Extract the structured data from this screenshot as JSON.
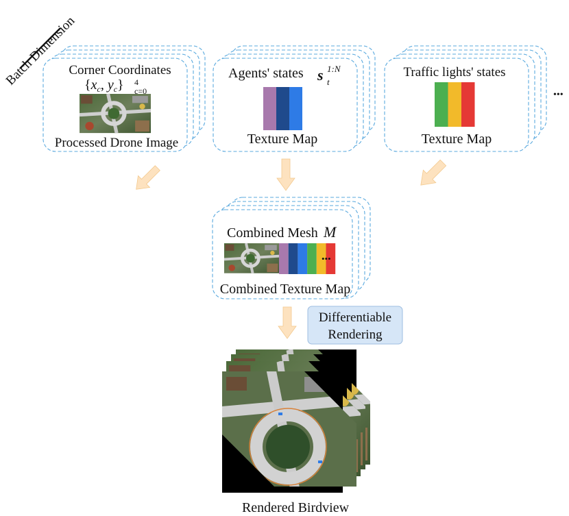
{
  "batch_label": "Batch Dimension",
  "drone_panel": {
    "title": "Corner Coordinates",
    "formula": {
      "open": "{",
      "x": "x",
      "x_sub": "c",
      "comma": ", ",
      "y": "y",
      "y_sub": "c",
      "close": "}",
      "sup": "4",
      "sub": "c=0"
    },
    "caption": "Processed Drone Image"
  },
  "agents_panel": {
    "title": "Agents' states",
    "symbol": {
      "base": "s",
      "sub": "t",
      "sup": "1:N"
    },
    "caption": "Texture Map",
    "colors": [
      "#a879ad",
      "#1f4a8c",
      "#2e7be6"
    ]
  },
  "lights_panel": {
    "title": "Traffic lights' states",
    "caption": "Texture Map",
    "colors": [
      "#4caf50",
      "#f2ba2a",
      "#e53935"
    ]
  },
  "more_dots": "•••",
  "combined_panel": {
    "title": "Combined Mesh",
    "symbol": "M",
    "caption": "Combined Texture Map",
    "colors": [
      "#a879ad",
      "#1f4a8c",
      "#2e7be6",
      "#4caf50",
      "#f2ba2a",
      "#e53935"
    ],
    "dots": "•••"
  },
  "render_box": {
    "line1": "Differentiable",
    "line2": "Rendering"
  },
  "output_caption": "Rendered Birdview",
  "colors": {
    "dashed_border": "#5aa9de",
    "arrow": "#fde2bf",
    "arrow_edge": "#f3c98e",
    "render_box_fill": "#d6e6f7",
    "render_box_edge": "#9dbde0"
  }
}
